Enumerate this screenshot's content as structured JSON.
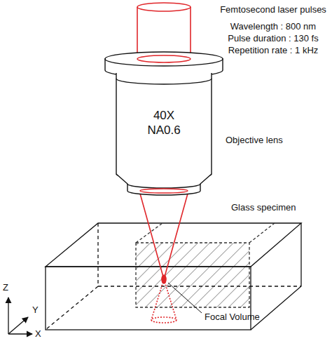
{
  "diagram": {
    "nodes": [
      {
        "text": [
          "40X",
          "NA0.6"
        ]
      }
    ],
    "labels": [
      "Femtosecond laser pulses",
      "Wavelength : 800 nm",
      "Pulse duration : 130 fs",
      "Repetition rate : 1 kHz",
      "Objective lens",
      "Glass specimen",
      "Focal Volume",
      "Z",
      "Y",
      "X"
    ]
  }
}
